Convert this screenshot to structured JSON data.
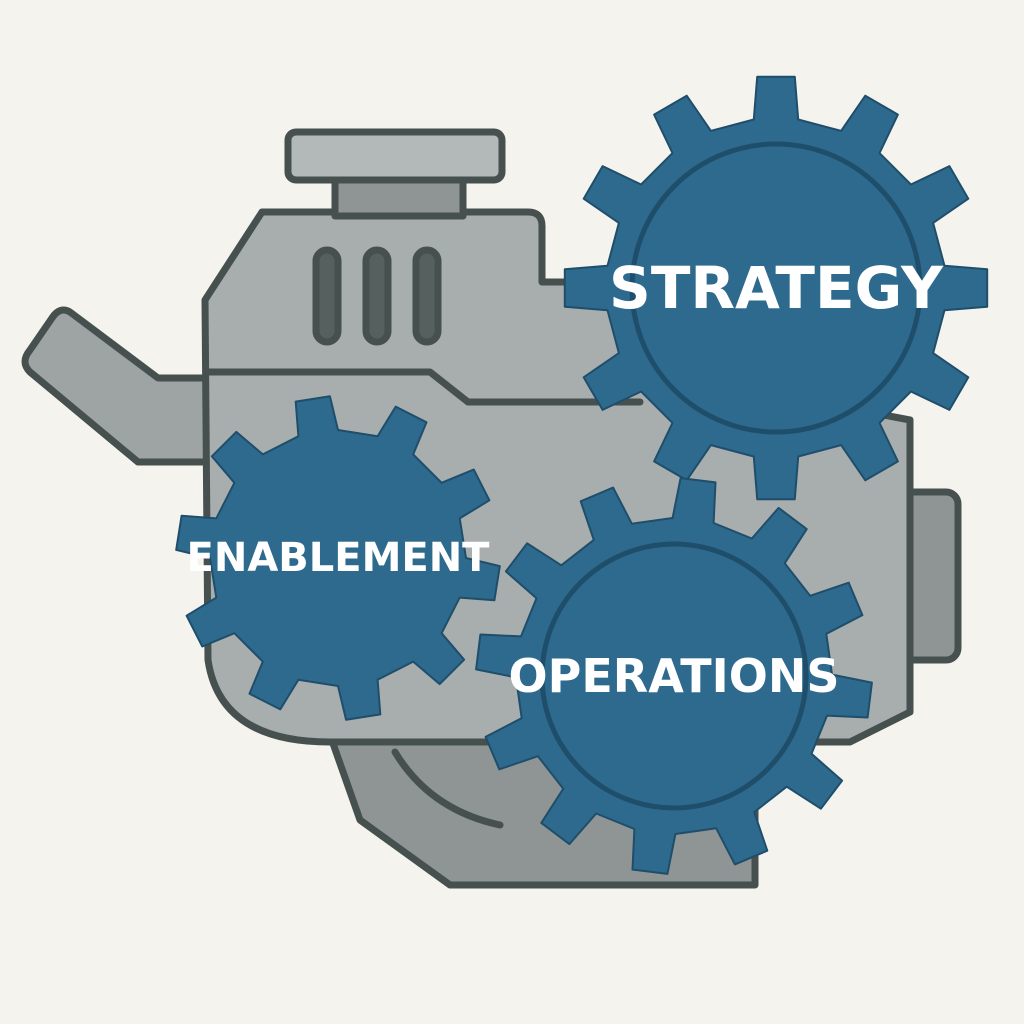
{
  "gears": [
    {
      "id": "strategy",
      "label": "STRATEGY"
    },
    {
      "id": "enablement",
      "label": "ENABLEMENT"
    },
    {
      "id": "operations",
      "label": "OPERATIONS"
    }
  ],
  "colors": {
    "background": "#f5f3ee",
    "gear_fill": "#2e6a8e",
    "gear_outline": "#1f4e6b",
    "engine_fill": "#a8adad",
    "engine_fill_dark": "#8f9494",
    "engine_outline": "#45504f",
    "label_text": "#ffffff"
  }
}
